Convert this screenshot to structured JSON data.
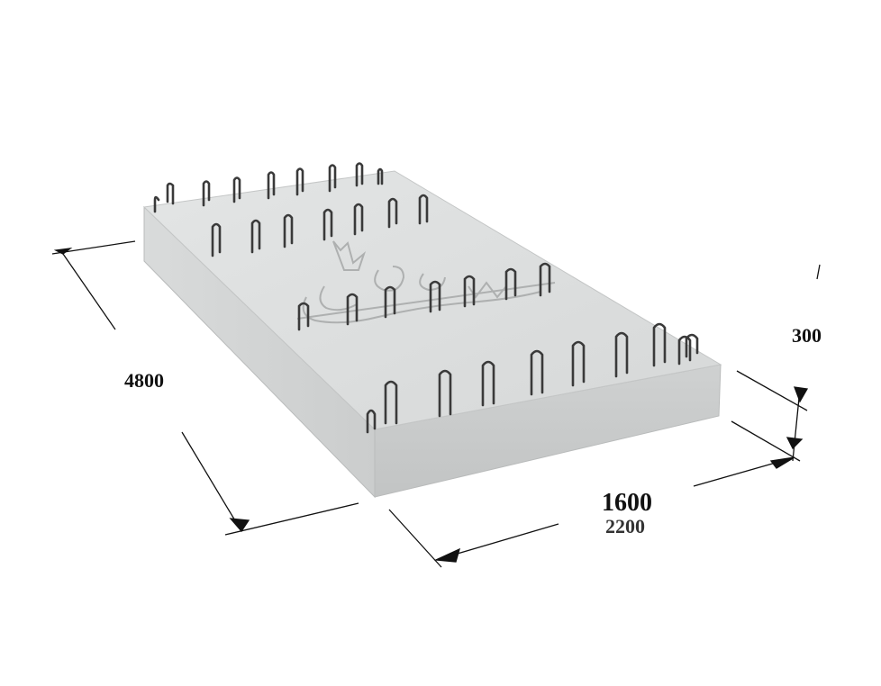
{
  "dimensions": {
    "length": "4800",
    "width": "1600",
    "height": "300",
    "ghost_label": "2200"
  },
  "slab": {
    "colors": {
      "top": "#dfe1e1",
      "front": "#c9cbcb",
      "side": "#d3d5d5",
      "loop": "#3a3a3a",
      "dimension_line": "#111111"
    }
  }
}
